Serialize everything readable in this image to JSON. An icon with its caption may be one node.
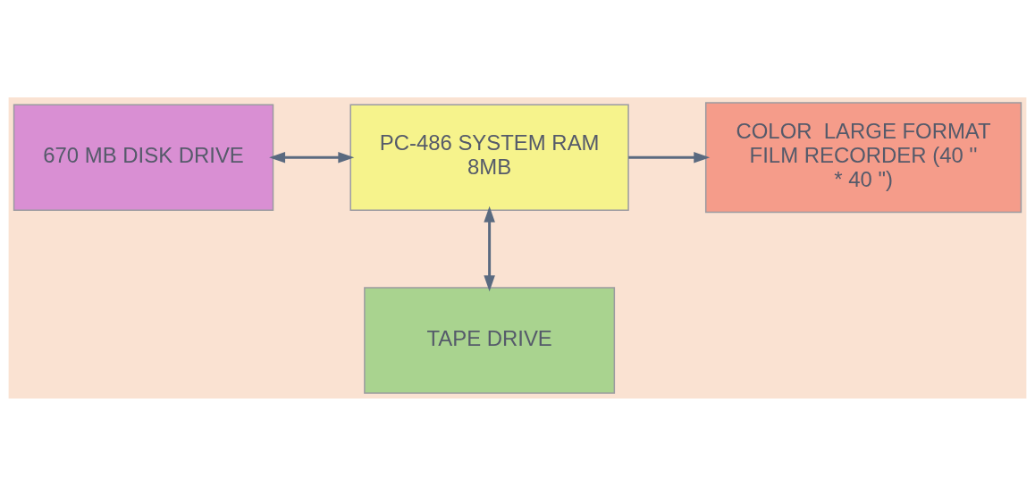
{
  "diagram": {
    "nodes": [
      {
        "text": [
          "TAPE DRIVE"
        ]
      },
      {
        "text": [
          "670 MB DISK DRIVE"
        ]
      },
      {
        "text": [
          "PC-486 SYSTEM RAM 8MB"
        ]
      },
      {
        "text": [
          "COLOR  LARGE FORMAT FILM RECORDER (40 '' * 40 \")"
        ]
      }
    ],
    "edges": [
      {
        "from": 2,
        "to": 0,
        "arrow": "both"
      },
      {
        "from": 1,
        "to": 2,
        "arrow": "both"
      },
      {
        "from": 2,
        "to": 3,
        "arrow": "to"
      }
    ]
  }
}
